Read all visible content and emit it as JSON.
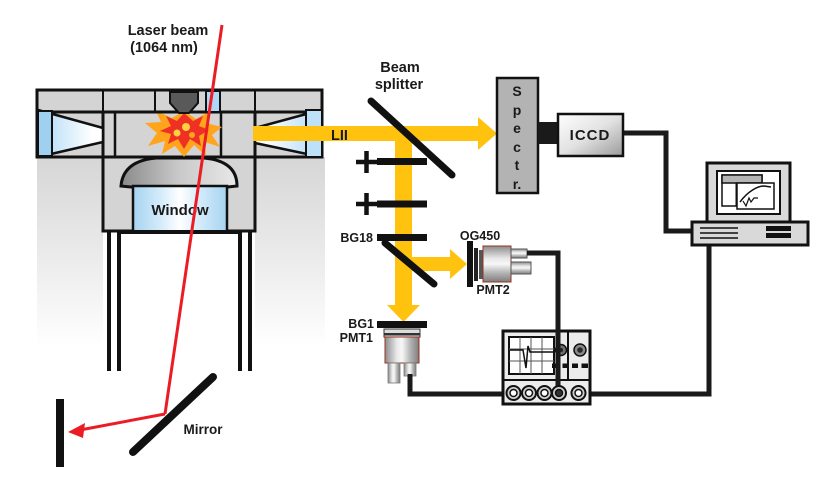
{
  "labels": {
    "laser_beam_line1": "Laser beam",
    "laser_beam_line2": "(1064 nm)",
    "beam_splitter_line1": "Beam",
    "beam_splitter_line2": "splitter",
    "window": "Window",
    "mirror": "Mirror",
    "lii_signal": "LII",
    "bg18": "BG18",
    "bg1": "BG1",
    "pmt1": "PMT1",
    "pmt2": "PMT2",
    "og450": "OG450",
    "iccd": "ICCD"
  },
  "spectrometer": {
    "letters": [
      "S",
      "p",
      "e",
      "c",
      "t",
      "r."
    ]
  },
  "colors": {
    "signal_beam_yellow": "#FFC20E",
    "laser_red": "#EC1C24",
    "window_blue": "#AED6F5",
    "flame_orange": "#FFA41B",
    "flame_red": "#EE3124",
    "flame_yellow": "#FFD23F",
    "chamber_gray": "#D4D4D4",
    "box_gray": "#B3B3B3",
    "cable_black": "#1A1A1A"
  }
}
